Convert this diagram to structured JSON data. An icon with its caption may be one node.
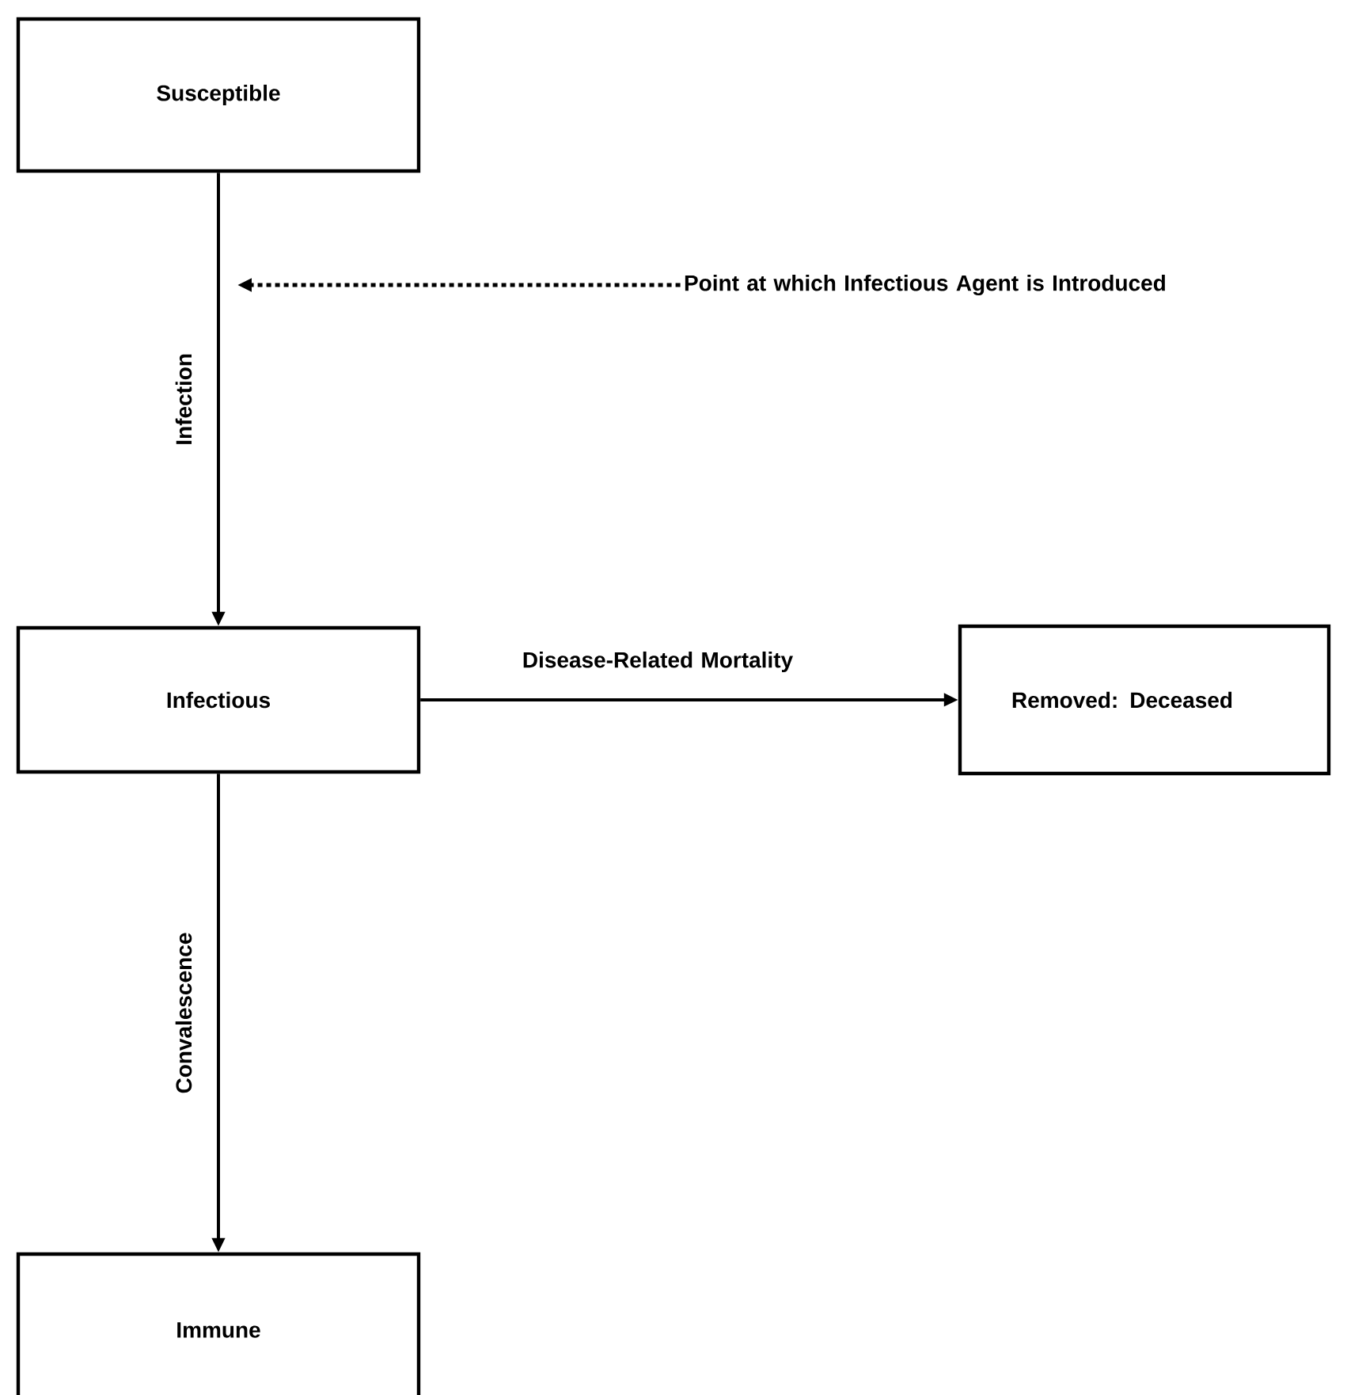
{
  "diagram": {
    "nodes": [
      {
        "text": [
          "Susceptible"
        ]
      },
      {
        "text": [
          "Point at which Infectious Agent is Introduced"
        ]
      },
      {
        "text": [
          "Infectious"
        ]
      },
      {
        "text": [
          "Removed: Deceased"
        ]
      },
      {
        "text": [
          "Immune"
        ]
      }
    ],
    "edges": [
      {
        "from": 0,
        "to": 2,
        "arrow": "to",
        "label": "Infection"
      },
      {
        "from": 1,
        "to": null,
        "arrow": "to",
        "style": "dashed"
      },
      {
        "from": 2,
        "to": 3,
        "arrow": "to",
        "label": "Disease-Related Mortality"
      },
      {
        "from": 2,
        "to": 4,
        "arrow": "to",
        "label": "Convalescence"
      }
    ]
  }
}
